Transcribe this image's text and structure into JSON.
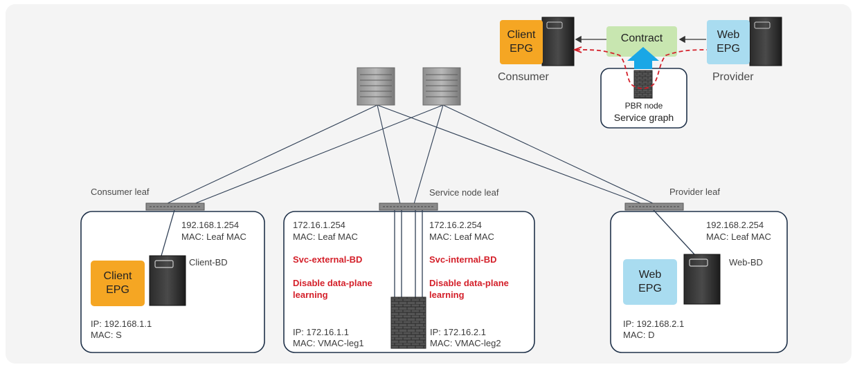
{
  "legend_box": {
    "client_epg": "Client\nEPG",
    "web_epg": "Web\nEPG",
    "contract": "Contract",
    "consumer": "Consumer",
    "provider": "Provider",
    "pbr_node": "PBR node",
    "service_graph": "Service graph"
  },
  "consumer": {
    "leaf_label": "Consumer leaf",
    "gw_ip": "192.168.1.254",
    "gw_mac": "MAC: Leaf MAC",
    "bd": "Client-BD",
    "epg": "Client\nEPG",
    "ep_ip": "IP: 192.168.1.1",
    "ep_mac": "MAC: S"
  },
  "service": {
    "leaf_label": "Service node leaf",
    "ext_ip": "172.16.1.254",
    "ext_mac": "MAC: Leaf MAC",
    "ext_bd": "Svc-external-BD",
    "ext_note": "Disable data-plane learning",
    "ext_node_ip": "IP: 172.16.1.1",
    "ext_node_mac": "MAC: VMAC-leg1",
    "int_ip": "172.16.2.254",
    "int_mac": "MAC: Leaf MAC",
    "int_bd": "Svc-internal-BD",
    "int_note": "Disable data-plane learning",
    "int_node_ip": "IP: 172.16.2.1",
    "int_node_mac": "MAC: VMAC-leg2"
  },
  "provider": {
    "leaf_label": "Provider leaf",
    "gw_ip": "192.168.2.254",
    "gw_mac": "MAC: Leaf MAC",
    "bd": "Web-BD",
    "epg": "Web\nEPG",
    "ep_ip": "IP: 192.168.2.1",
    "ep_mac": "MAC: D"
  },
  "colors": {
    "client_epg": "#f5a623",
    "web_epg": "#a9dcf0",
    "contract": "#c8e6b0",
    "arrow_up": "#1aa7e6",
    "red_flow": "#d4202a"
  }
}
